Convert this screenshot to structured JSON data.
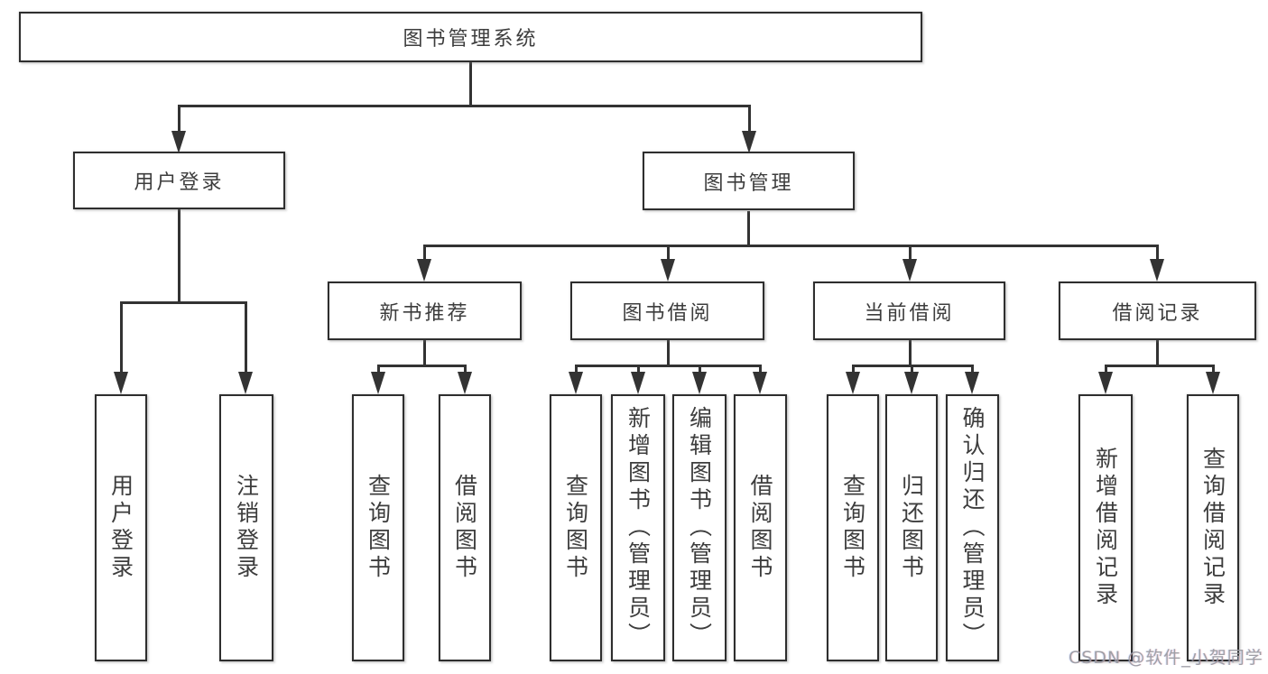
{
  "tree": {
    "root": "图书管理系统",
    "user_login_branch": {
      "label": "用户登录",
      "children": [
        "用户登录",
        "注销登录"
      ]
    },
    "book_mgmt_branch": {
      "label": "图书管理",
      "children": [
        {
          "label": "新书推荐",
          "children": [
            "查询图书",
            "借阅图书"
          ]
        },
        {
          "label": "图书借阅",
          "children": [
            "查询图书",
            "新增图书（管理员）",
            "编辑图书（管理员）",
            "借阅图书"
          ]
        },
        {
          "label": "当前借阅",
          "children": [
            "查询图书",
            "归还图书",
            "确认归还（管理员）"
          ]
        },
        {
          "label": "借阅记录",
          "children": [
            "新增借阅记录",
            "查询借阅记录"
          ]
        }
      ]
    }
  },
  "watermark": "CSDN @软件_小贺同学",
  "colors": {
    "line": "#333333",
    "box_border": "#2e2e2e",
    "text": "#3d3d3d",
    "watermark": "#989aa0",
    "background": "#ffffff"
  }
}
